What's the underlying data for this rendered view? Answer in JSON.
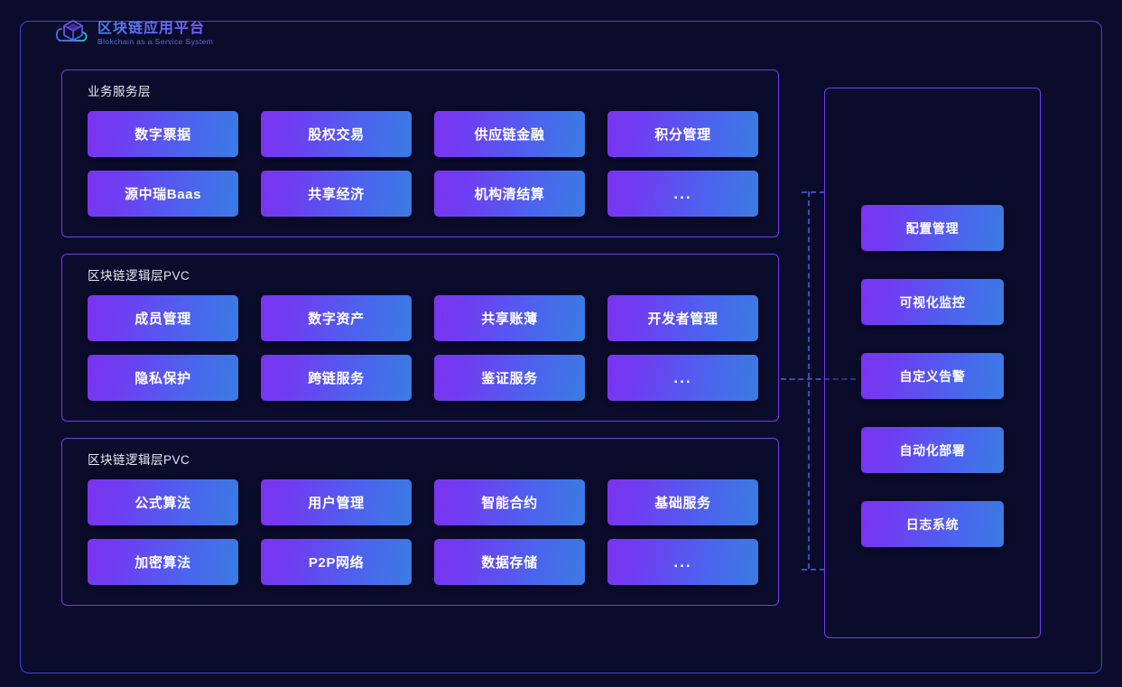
{
  "brand": {
    "icon": "cube-cloud-logo-icon",
    "title": "区块链应用平台",
    "subtitle": "Blokchain as a Service System"
  },
  "layers": [
    {
      "id": "business-service-layer",
      "title": "业务服务层",
      "tiles": [
        "数字票据",
        "股权交易",
        "供应链金融",
        "积分管理",
        "源中瑞Baas",
        "共享经济",
        "机构清结算",
        "..."
      ]
    },
    {
      "id": "blockchain-logic-layer-pvc-1",
      "title": "区块链逻辑层PVC",
      "tiles": [
        "成员管理",
        "数字资产",
        "共享账薄",
        "开发者管理",
        "隐私保护",
        "跨链服务",
        "鉴证服务",
        "..."
      ]
    },
    {
      "id": "blockchain-logic-layer-pvc-2",
      "title": "区块链逻辑层PVC",
      "tiles": [
        "公式算法",
        "用户管理",
        "智能合约",
        "基础服务",
        "加密算法",
        "P2P网络",
        "数据存储",
        "..."
      ]
    }
  ],
  "side_panel": {
    "id": "management-panel",
    "tiles": [
      "配置管理",
      "可视化监控",
      "自定义告警",
      "自动化部署",
      "日志系统"
    ]
  },
  "colors": {
    "page_background": "#0b0b2b",
    "outer_border": "#3b49d6",
    "panel_border": "#6d3df0",
    "tile_gradient_start": "#7b34ef",
    "tile_gradient_end": "#3a7ce4",
    "connector": "#3f4bb8",
    "title_text": "#e8e9f5",
    "brand_subtitle": "#5b6fd8"
  }
}
